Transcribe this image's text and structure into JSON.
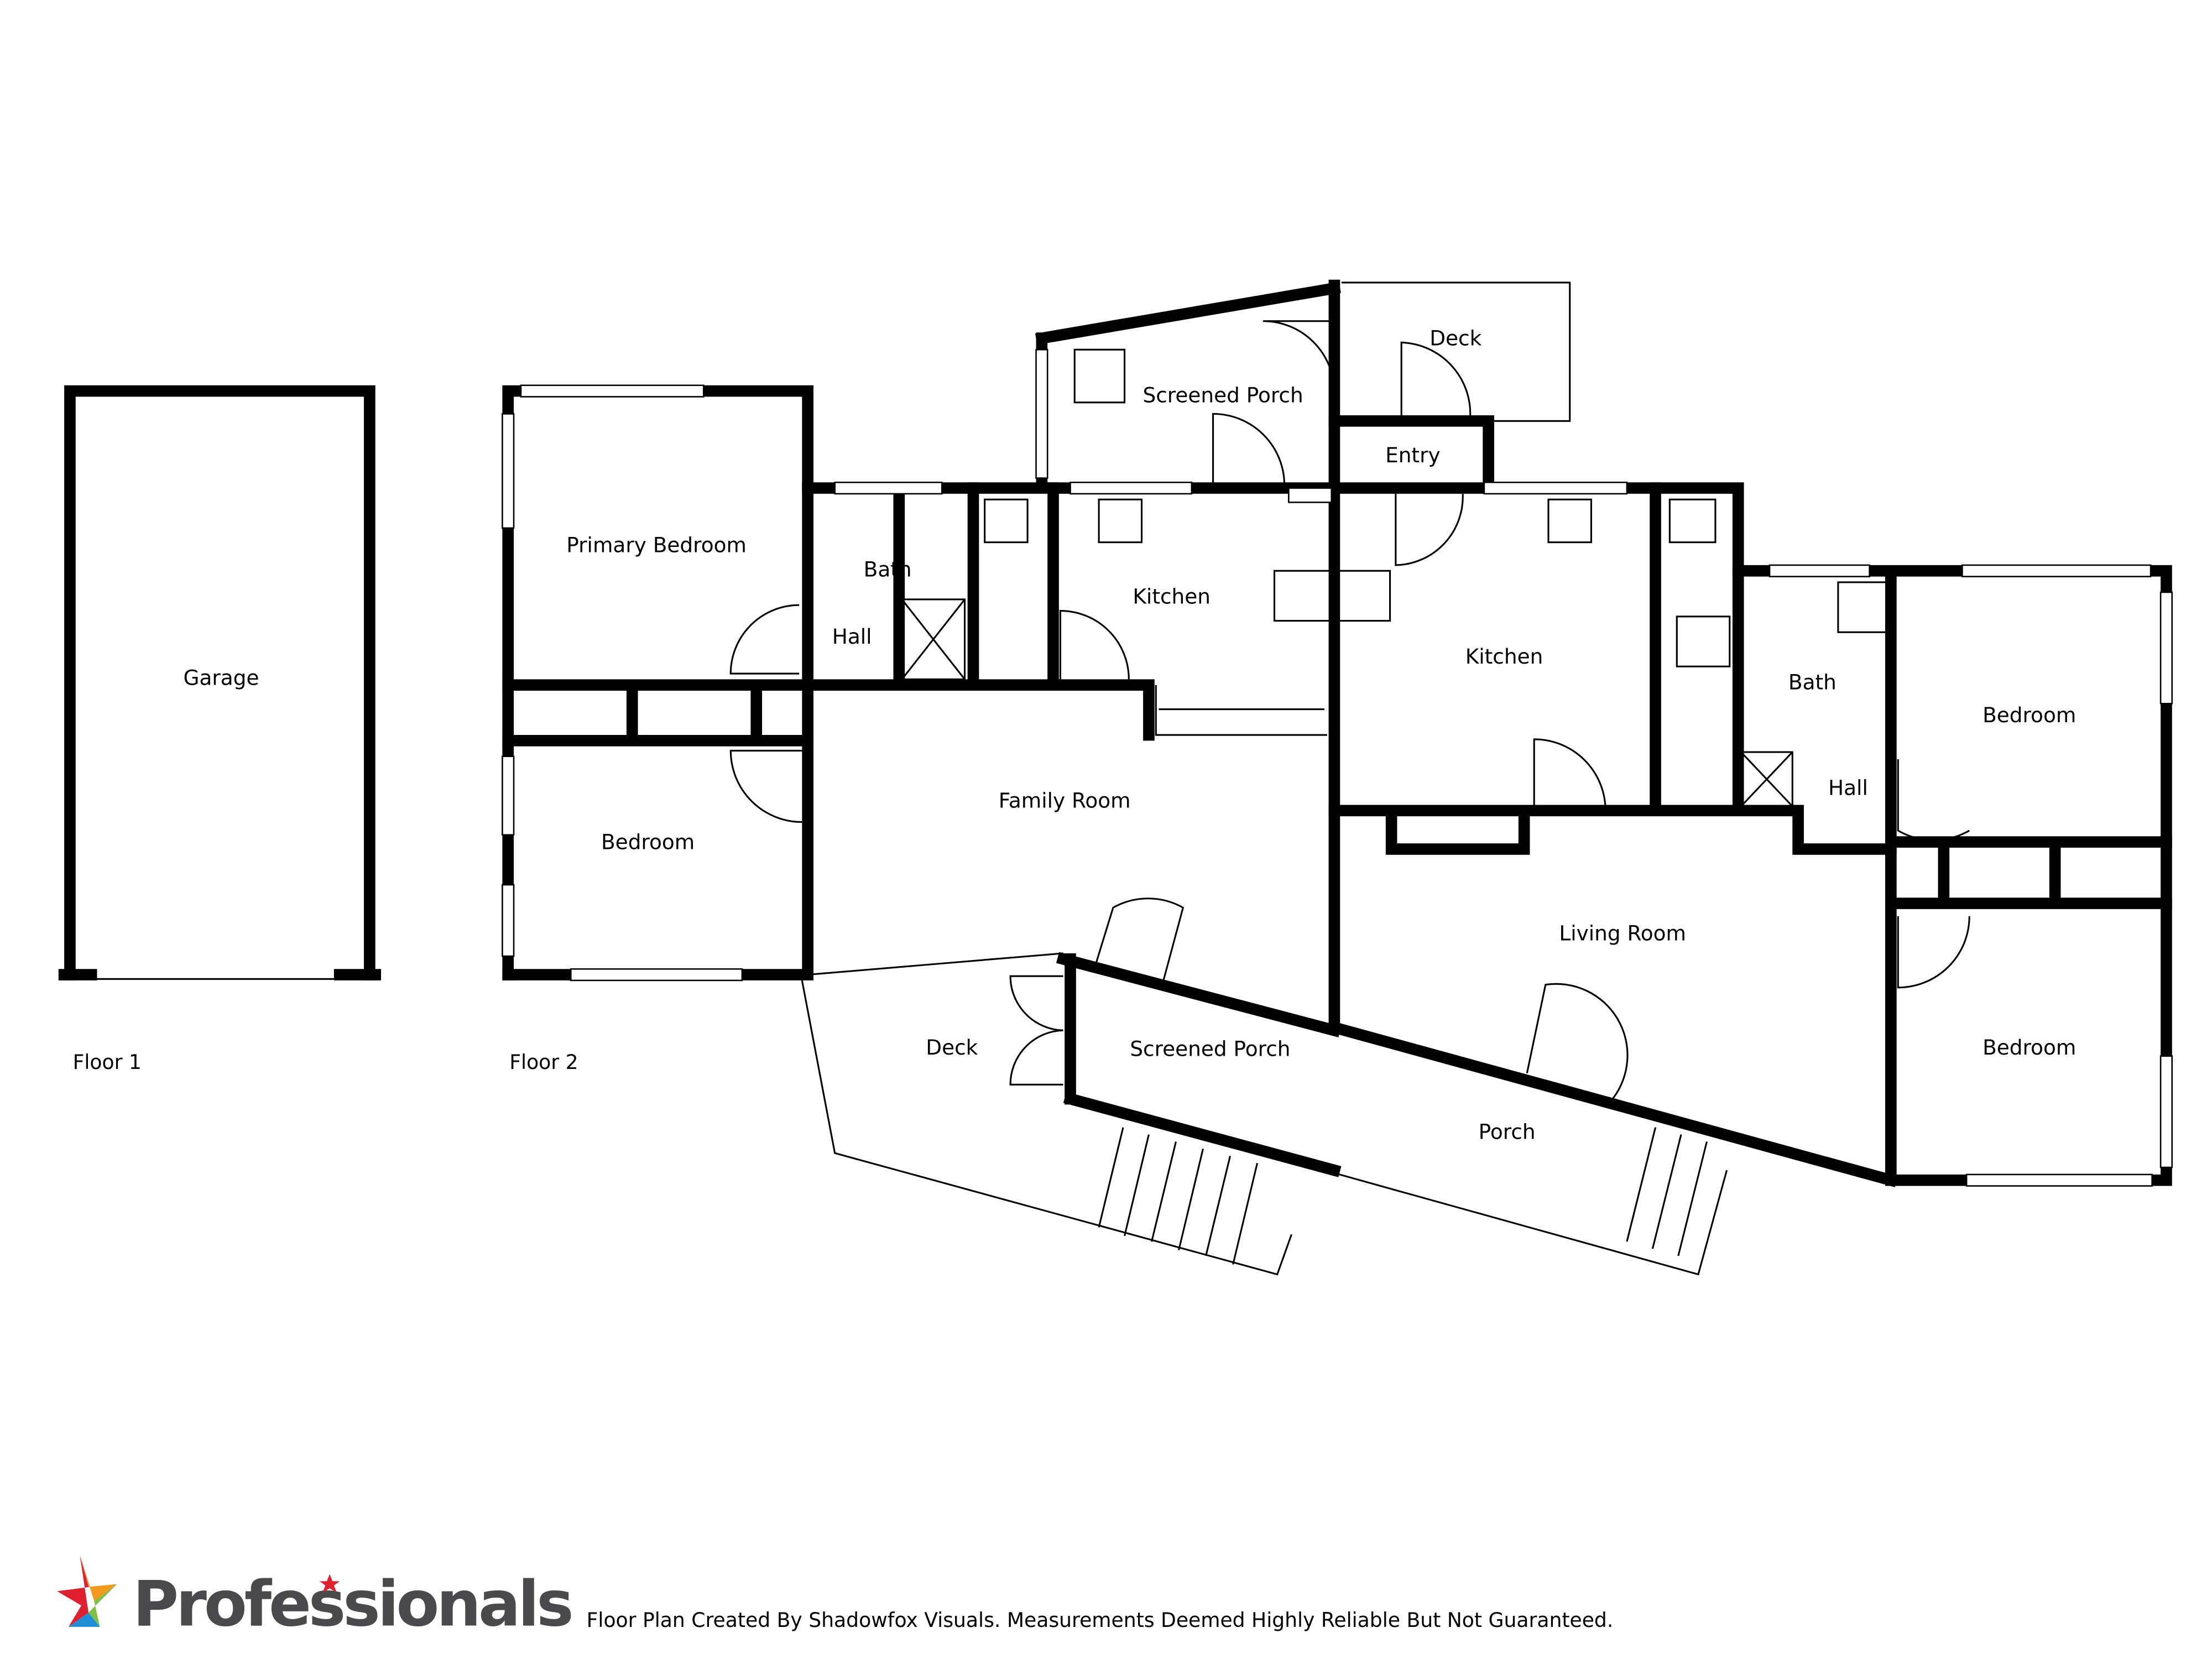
{
  "floors": [
    {
      "label": "Floor 1",
      "rooms": [
        "Garage"
      ]
    },
    {
      "label": "Floor 2",
      "rooms": [
        "Primary Bedroom",
        "Bath",
        "Hall",
        "Bedroom",
        "Kitchen",
        "Screened Porch",
        "Deck",
        "Entry",
        "Family Room",
        "Deck",
        "Screened Porch",
        "Kitchen",
        "Bath",
        "Hall",
        "Bedroom",
        "Living Room",
        "Porch",
        "Bedroom"
      ]
    }
  ],
  "rooms": {
    "garage": "Garage",
    "primary_bedroom": "Primary Bedroom",
    "bath_left": "Bath",
    "hall_left": "Hall",
    "bedroom_left": "Bedroom",
    "kitchen_left": "Kitchen",
    "screened_porch_top": "Screened Porch",
    "deck_top": "Deck",
    "entry": "Entry",
    "kitchen_right": "Kitchen",
    "family_room": "Family Room",
    "deck_bottom": "Deck",
    "screened_porch_bottom": "Screened Porch",
    "bath_right": "Bath",
    "hall_right": "Hall",
    "bedroom_right_top": "Bedroom",
    "living_room": "Living Room",
    "porch": "Porch",
    "bedroom_right_bottom": "Bedroom"
  },
  "floor_labels": {
    "floor1": "Floor 1",
    "floor2": "Floor 2"
  },
  "footer": {
    "logo_text": "Professionals",
    "disclaimer": "Floor Plan Created By Shadowfox Visuals. Measurements Deemed Highly Reliable But Not Guaranteed."
  },
  "colors": {
    "logo_red": "#e0202e",
    "logo_orange": "#f39a1e",
    "logo_green": "#7cc143",
    "logo_blue": "#1e8fd6",
    "logo_gray": "#4a4a4c"
  }
}
